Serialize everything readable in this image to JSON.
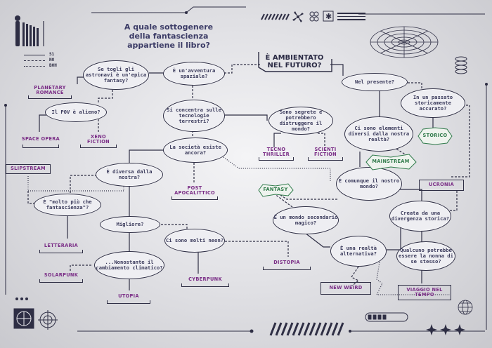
{
  "title": "A quale sottogenere della fantascienza appartiene il libro?",
  "start_question": "È AMBIENTATO NEL FUTURO?",
  "legend": [
    {
      "label": "Sì",
      "style": "solid"
    },
    {
      "label": "NO",
      "style": "dashed"
    },
    {
      "label": "BOH",
      "style": "dotted"
    }
  ],
  "questions": {
    "avventura": "È un'avventura spaziale?",
    "astronavi": "Se togli gli astronavi è un'epica fantasy?",
    "pov": "Il POV è alieno?",
    "tecnologie": "Si concentra sulle tecnologie terrestri?",
    "segrete": "Sono segrete e potrebbero distruggere il mondo?",
    "societa": "La società esiste ancora?",
    "diversa": "È diversa dalla nostra?",
    "molto": "È \"molto più che fantascienza\"?",
    "migliore": "Migliore?",
    "cambiamento": "...Nonostante il cambiamento climatico?",
    "neon": "Ci sono molti neon?",
    "presente": "Nel presente?",
    "passato": "In un passato storicamente accurato?",
    "elementi": "Ci sono elementi diversi dalla nostra realtà?",
    "comunque": "È comunque il nostro mondo?",
    "secondario": "È un mondo secondario magico?",
    "alternativa": "È una realtà alternativa?",
    "divergenza": "Creata da una divergenza storica?",
    "nonni": "Qualcuno potrebbe essere la nonna di se stesso?"
  },
  "genres": {
    "planetary": "PLANETARY ROMANCE",
    "spaceopera": "SPACE OPERA",
    "xeno": "XENO FICTION",
    "techno": "TECNO THRILLER",
    "scifi": "SCIENTI FICTION",
    "postapo": "POST APOCALITTICO",
    "slipstream": "SLIPSTREAM",
    "letteraria": "LETTERARIA",
    "solarpunk": "SOLARPUNK",
    "utopia": "UTOPIA",
    "cyberpunk": "CYBERPUNK",
    "distopia": "DISTOPIA",
    "newweird": "NEW WEIRD",
    "fantasy": "FANTASY",
    "mainstream": "MAINSTREAM",
    "storico": "STORICO",
    "ucronia": "UCRONIA",
    "viaggio": "VIAGGIO NEL TEMPO"
  },
  "colors": {
    "ink": "#2e2e44",
    "genre": "#7a2d86",
    "green": "#2f7a4a",
    "question": "#3b3b5c"
  }
}
